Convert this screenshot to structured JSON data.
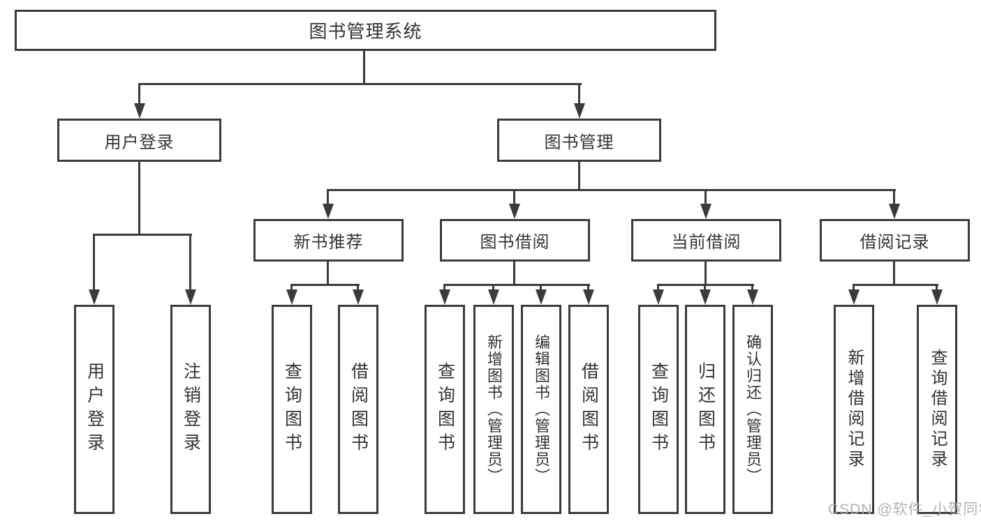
{
  "diagram": {
    "type": "hierarchy-tree",
    "line_color": "#3b3b3b",
    "text_color": "#333333",
    "background": "#ffffff",
    "nodes": {
      "root": "图书管理系统",
      "user_login": "用户登录",
      "book_mgmt": "图书管理",
      "new_book_rec": "新书推荐",
      "book_borrow": "图书借阅",
      "current_borrow": "当前借阅",
      "borrow_record": "借阅记录",
      "leaf_user_login": "用户登录",
      "leaf_logout": "注销登录",
      "leaf_nbr_query": "查询图书",
      "leaf_nbr_borrow": "借阅图书",
      "leaf_bb_query": "查询图书",
      "leaf_bb_add": "新增图书（管理员）",
      "leaf_bb_edit": "编辑图书（管理员）",
      "leaf_bb_borrow": "借阅图书",
      "leaf_cb_query": "查询图书",
      "leaf_cb_return": "归还图书",
      "leaf_cb_confirm": "确认归还（管理员）",
      "leaf_br_add": "新增借阅记录",
      "leaf_br_query": "查询借阅记录"
    },
    "edges": [
      [
        "root",
        "user_login"
      ],
      [
        "root",
        "book_mgmt"
      ],
      [
        "user_login",
        "leaf_user_login"
      ],
      [
        "user_login",
        "leaf_logout"
      ],
      [
        "book_mgmt",
        "new_book_rec"
      ],
      [
        "book_mgmt",
        "book_borrow"
      ],
      [
        "book_mgmt",
        "current_borrow"
      ],
      [
        "book_mgmt",
        "borrow_record"
      ],
      [
        "new_book_rec",
        "leaf_nbr_query"
      ],
      [
        "new_book_rec",
        "leaf_nbr_borrow"
      ],
      [
        "book_borrow",
        "leaf_bb_query"
      ],
      [
        "book_borrow",
        "leaf_bb_add"
      ],
      [
        "book_borrow",
        "leaf_bb_edit"
      ],
      [
        "book_borrow",
        "leaf_bb_borrow"
      ],
      [
        "current_borrow",
        "leaf_cb_query"
      ],
      [
        "current_borrow",
        "leaf_cb_return"
      ],
      [
        "current_borrow",
        "leaf_cb_confirm"
      ],
      [
        "borrow_record",
        "leaf_br_add"
      ],
      [
        "borrow_record",
        "leaf_br_query"
      ]
    ]
  },
  "watermark": {
    "text": "CSDN @软件_小贺同学",
    "color": "#acacac"
  }
}
